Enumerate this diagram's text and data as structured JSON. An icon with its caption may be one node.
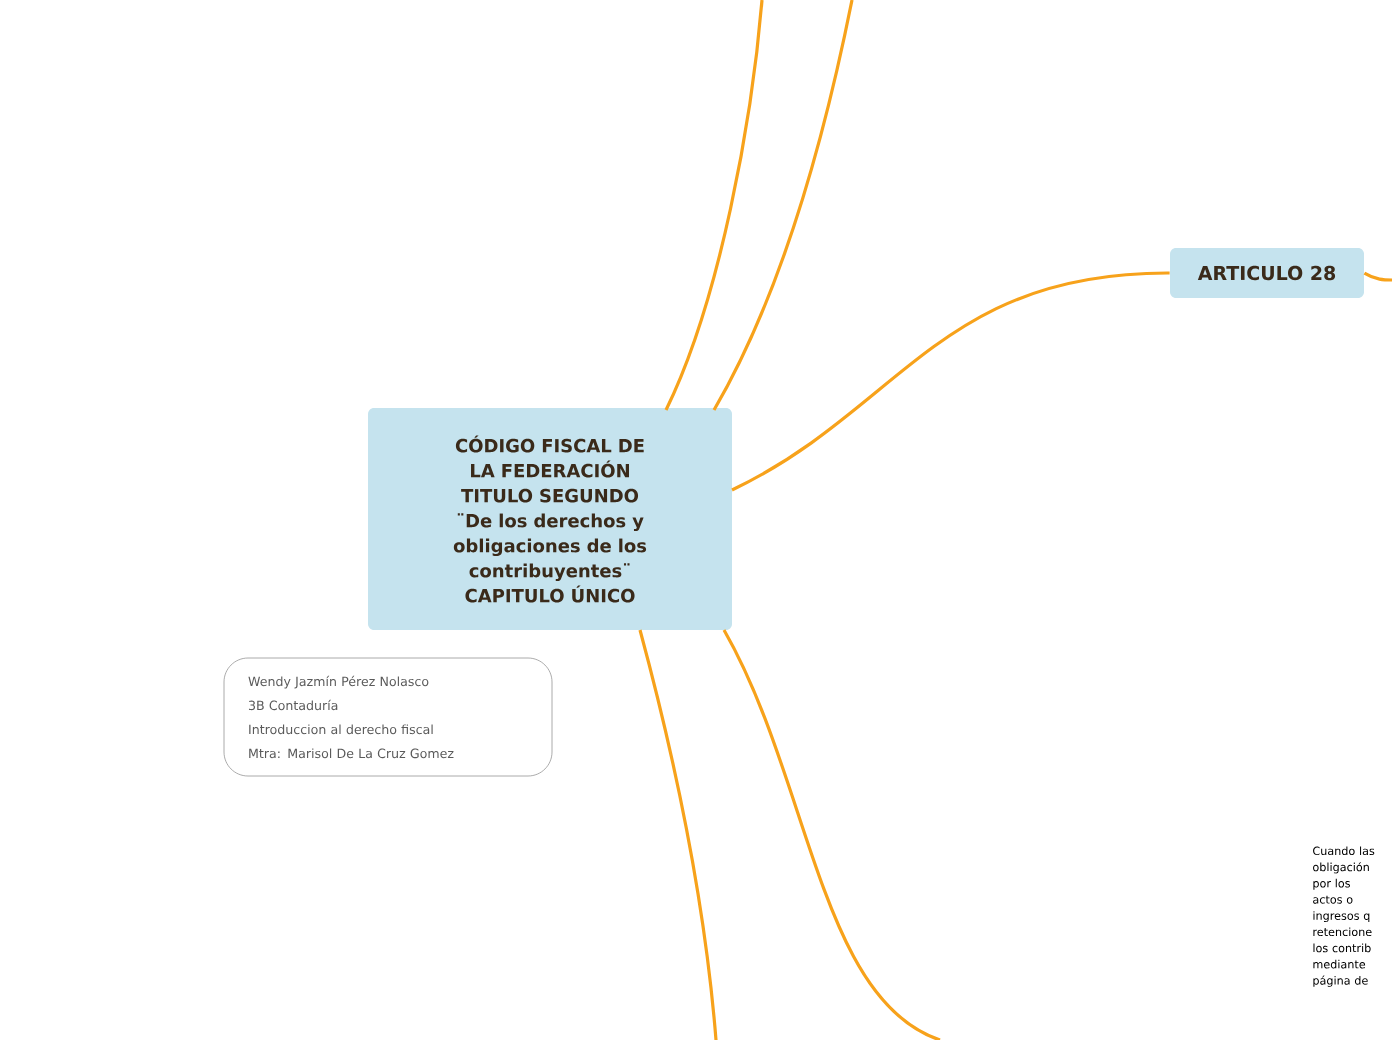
{
  "diagram": {
    "nodes": [
      {
        "text": [
          "CÓDIGO FISCAL DE LA FEDERACIÓN",
          "TITULO SEGUNDO",
          "¨De los derechos y obligaciones de los contribuyentes¨",
          "CAPITULO ÚNICO"
        ]
      },
      {
        "text": [
          "ARTICULO 28"
        ]
      },
      {
        "text": [
          "Wendy Jazmín Pérez Nolasco",
          "3B Contaduría",
          "Introduccion al derecho fiscal",
          "Mtra: Marisol De La Cruz Gomez"
        ]
      }
    ],
    "edges": [
      {
        "from": 0,
        "to": null,
        "arrow": "none"
      },
      {
        "from": 0,
        "to": null,
        "arrow": "none"
      },
      {
        "from": 0,
        "to": 1,
        "arrow": "none"
      },
      {
        "from": 0,
        "to": null,
        "arrow": "none"
      },
      {
        "from": 0,
        "to": null,
        "arrow": "none"
      },
      {
        "from": 1,
        "to": null,
        "arrow": "none"
      }
    ],
    "labels": [
      "Cuando las obligación por los actos o ingresos q retencione los contrib mediante página de"
    ]
  }
}
